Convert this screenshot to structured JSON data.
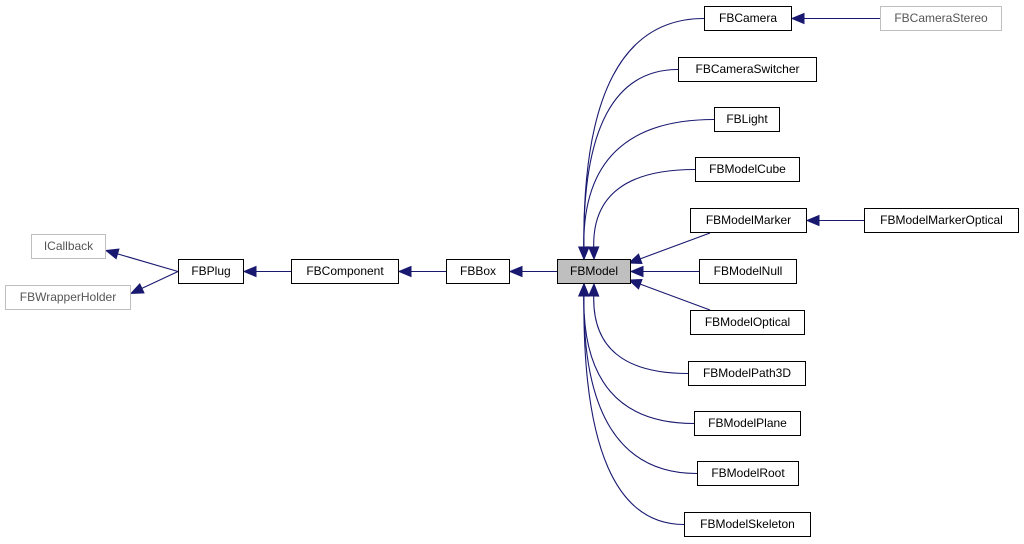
{
  "colors": {
    "edge": "#191970",
    "node_border": "#000000",
    "external_border": "#bfbfbf",
    "focus_fill": "#bfbfbf"
  },
  "nodes": {
    "icallback": "ICallback",
    "fbwrapperholder": "FBWrapperHolder",
    "fbplug": "FBPlug",
    "fbcomponent": "FBComponent",
    "fbbox": "FBBox",
    "fbmodel": "FBModel",
    "fbcamera": "FBCamera",
    "fbcamerastereo": "FBCameraStereo",
    "fbcameraswitcher": "FBCameraSwitcher",
    "fblight": "FBLight",
    "fbmodelcube": "FBModelCube",
    "fbmodelmarker": "FBModelMarker",
    "fbmodelmarkeroptical": "FBModelMarkerOptical",
    "fbmodelnull": "FBModelNull",
    "fbmodeloptical": "FBModelOptical",
    "fbmodelpath3d": "FBModelPath3D",
    "fbmodelplane": "FBModelPlane",
    "fbmodelroot": "FBModelRoot",
    "fbmodelskeleton": "FBModelSkeleton"
  },
  "edges": [
    {
      "from": "fbplug",
      "to": "icallback"
    },
    {
      "from": "fbplug",
      "to": "fbwrapperholder"
    },
    {
      "from": "fbcomponent",
      "to": "fbplug"
    },
    {
      "from": "fbbox",
      "to": "fbcomponent"
    },
    {
      "from": "fbmodel",
      "to": "fbbox"
    },
    {
      "from": "fbcamera",
      "to": "fbmodel"
    },
    {
      "from": "fbcameraswitcher",
      "to": "fbmodel"
    },
    {
      "from": "fblight",
      "to": "fbmodel"
    },
    {
      "from": "fbmodelcube",
      "to": "fbmodel"
    },
    {
      "from": "fbmodelmarker",
      "to": "fbmodel"
    },
    {
      "from": "fbmodelnull",
      "to": "fbmodel"
    },
    {
      "from": "fbmodeloptical",
      "to": "fbmodel"
    },
    {
      "from": "fbmodelpath3d",
      "to": "fbmodel"
    },
    {
      "from": "fbmodelplane",
      "to": "fbmodel"
    },
    {
      "from": "fbmodelroot",
      "to": "fbmodel"
    },
    {
      "from": "fbmodelskeleton",
      "to": "fbmodel"
    },
    {
      "from": "fbcamerastereo",
      "to": "fbcamera"
    },
    {
      "from": "fbmodelmarkeroptical",
      "to": "fbmodelmarker"
    }
  ]
}
